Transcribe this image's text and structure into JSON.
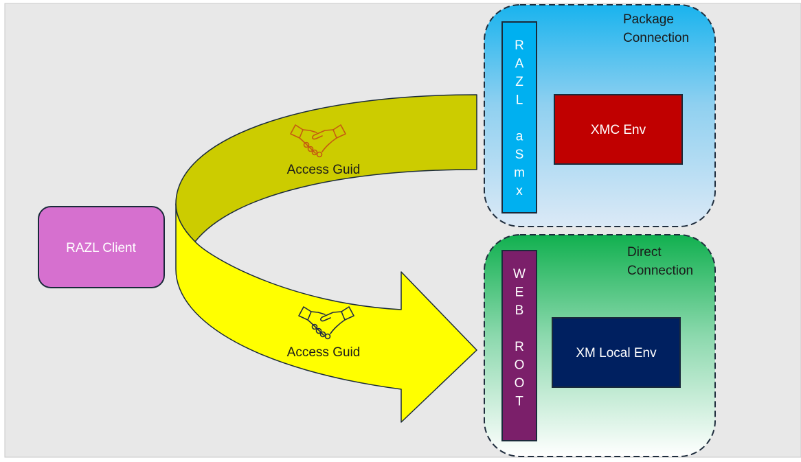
{
  "diagram": {
    "client": {
      "label": "RAZL Client",
      "fill": "#d670cf"
    },
    "arrows": {
      "top_label": "Access Guid",
      "bottom_label": "Access Guid",
      "top_fill": "#cccc00",
      "bottom_fill": "#ffff00",
      "top_icon": "handshake-icon",
      "bottom_icon": "handshake-icon"
    },
    "package": {
      "title_line1": "Package",
      "title_line2": "Connection",
      "bar_letters": [
        "R",
        "A",
        "Z",
        "L",
        "",
        "a",
        "S",
        "m",
        "x"
      ],
      "bar_fill": "#00b0f0",
      "env_label": "XMC Env",
      "env_fill": "#c00000"
    },
    "direct": {
      "title_line1": "Direct",
      "title_line2": "Connection",
      "bar_letters": [
        "W",
        "E",
        "B",
        "",
        "R",
        "O",
        "O",
        "T"
      ],
      "bar_fill": "#7b1f6a",
      "env_label": "XM Local Env",
      "env_fill": "#002060"
    }
  }
}
